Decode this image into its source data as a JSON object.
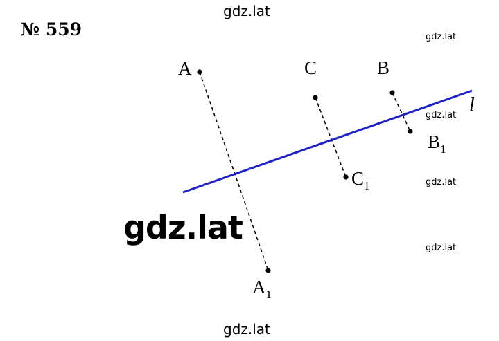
{
  "header": {
    "problem_number": "№ 559"
  },
  "watermarks": {
    "top": "gdz.lat",
    "right_1": "gdz.lat",
    "right_2": "gdz.lat",
    "right_3": "gdz.lat",
    "right_4": "gdz.lat",
    "center_large": "gdz.lat",
    "bottom": "gdz.lat"
  },
  "diagram": {
    "line_label": "l",
    "points": {
      "A": {
        "name": "A",
        "sub": ""
      },
      "A1": {
        "name": "A",
        "sub": "1"
      },
      "B": {
        "name": "B",
        "sub": ""
      },
      "B1": {
        "name": "B",
        "sub": "1"
      },
      "C": {
        "name": "C",
        "sub": ""
      },
      "C1": {
        "name": "C",
        "sub": "1"
      }
    },
    "colors": {
      "line": "#1f22c4",
      "points": "#000000",
      "dashed": "#000000"
    }
  }
}
